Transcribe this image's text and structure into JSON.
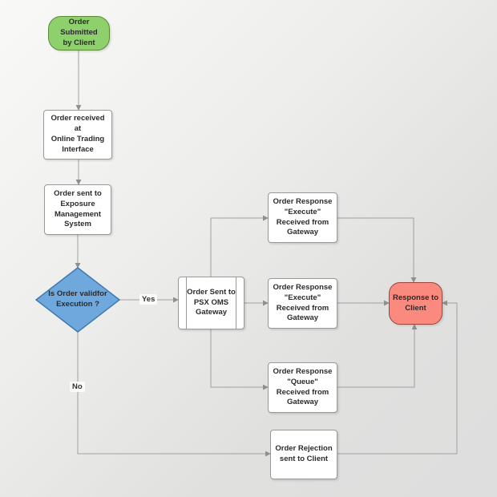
{
  "diagram": {
    "nodes": {
      "start": {
        "type": "terminator",
        "label": "Order Submitted\nby Client"
      },
      "received": {
        "type": "process",
        "label": "Order received at\nOnline Trading\nInterface"
      },
      "exposure": {
        "type": "process",
        "label": "Order sent to\nExposure\nManagement\nSystem"
      },
      "decision": {
        "type": "decision",
        "label": "Is Order validfor\nExecution ?"
      },
      "psx_gateway": {
        "type": "predefined-process",
        "label": "Order Sent to\nPSX OMS\nGateway"
      },
      "response_execute_top": {
        "type": "process",
        "label": "Order Response\n\"Execute\"\nReceived from\nGateway"
      },
      "response_execute_mid": {
        "type": "process",
        "label": "Order Response\n\"Execute\"\nReceived from\nGateway"
      },
      "response_queue": {
        "type": "process",
        "label": "Order Response\n\"Queue\"\nReceived from\nGateway"
      },
      "response_client": {
        "type": "terminator",
        "label": "Response to\nClient"
      },
      "rejection": {
        "type": "process",
        "label": "Order Rejection\nsent to Client"
      }
    },
    "edge_labels": {
      "yes": "Yes",
      "no": "No"
    },
    "edges": [
      {
        "from": "start",
        "to": "received"
      },
      {
        "from": "received",
        "to": "exposure"
      },
      {
        "from": "exposure",
        "to": "decision"
      },
      {
        "from": "decision",
        "to": "psx_gateway",
        "label": "Yes"
      },
      {
        "from": "psx_gateway",
        "to": "response_execute_top"
      },
      {
        "from": "psx_gateway",
        "to": "response_execute_mid"
      },
      {
        "from": "psx_gateway",
        "to": "response_queue"
      },
      {
        "from": "response_execute_top",
        "to": "response_client"
      },
      {
        "from": "response_execute_mid",
        "to": "response_client"
      },
      {
        "from": "response_queue",
        "to": "response_client"
      },
      {
        "from": "decision",
        "to": "rejection",
        "label": "No"
      },
      {
        "from": "rejection",
        "to": "response_client"
      }
    ],
    "colors": {
      "start_fill": "#8ed06c",
      "start_stroke": "#5a8a38",
      "decision_fill": "#6fa8dc",
      "decision_stroke": "#4279ae",
      "terminal_fill": "#f98a7d",
      "terminal_stroke": "#9e4438",
      "process_fill": "#ffffff",
      "process_stroke": "#999999",
      "connector": "#a0a0a0"
    }
  }
}
